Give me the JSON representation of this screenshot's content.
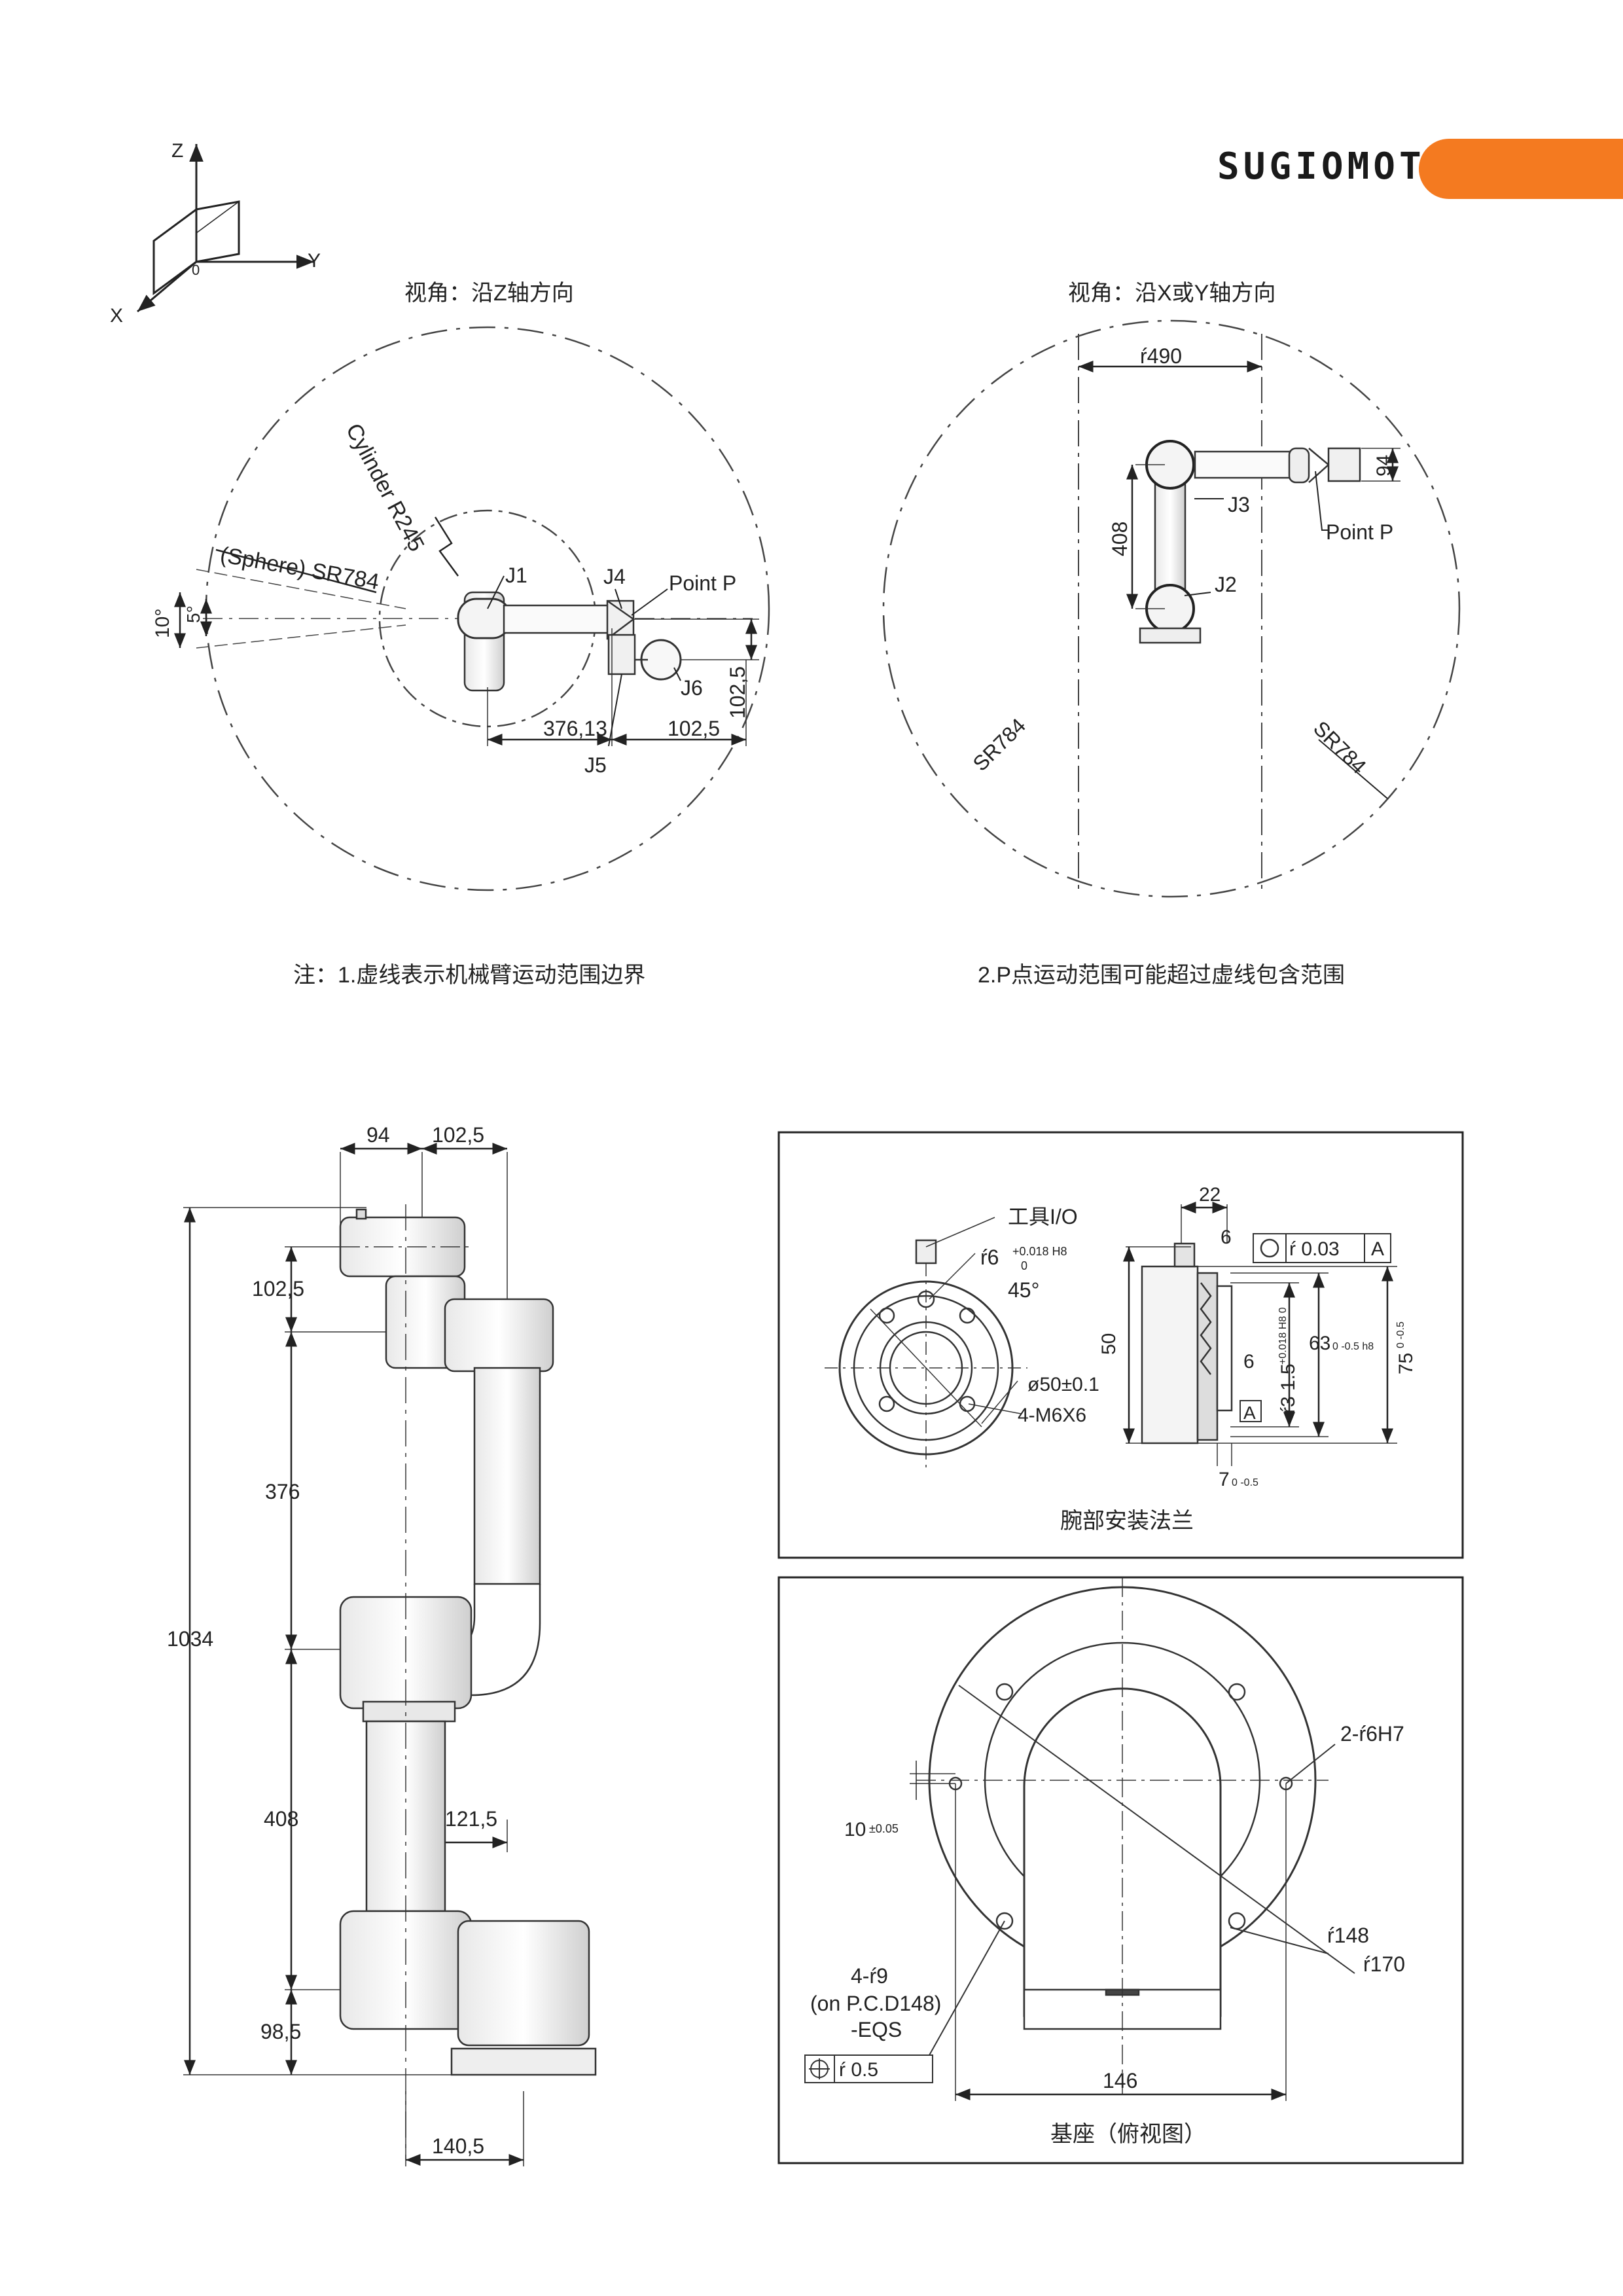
{
  "brand": "SUGIOMOTO",
  "axes_icon": {
    "z": "Z",
    "y": "Y",
    "x": "X",
    "origin": "0"
  },
  "view1": {
    "caption": "视角：沿Z轴方向",
    "cylinder": "Cylinder  R245",
    "sphere": "(Sphere) SR784",
    "angle_10": "10°",
    "angle_5": "5°",
    "j1": "J1",
    "j4": "J4",
    "j5": "J5",
    "j6": "J6",
    "point_p": "Point P",
    "dim_37613": "376,13",
    "dim_1025a": "102,5",
    "dim_1025b": "102,5"
  },
  "view2": {
    "caption": "视角：沿X或Y轴方向",
    "dim_490": "ŕ490",
    "dim_408": "408",
    "dim_94": "94",
    "j2": "J2",
    "j3": "J3",
    "point_p": "Point P",
    "sr_left": "SR784",
    "sr_right": "SR784"
  },
  "notes": {
    "note1": "注：1.虚线表示机械臂运动范围边界",
    "note2": "2.P点运动范围可能超过虚线包含范围"
  },
  "side_view": {
    "dim_94": "94",
    "dim_1025_top": "102,5",
    "dim_1025_left": "102,5",
    "dim_376": "376",
    "dim_1034": "1034",
    "dim_408": "408",
    "dim_1215": "121,5",
    "dim_985": "98,5",
    "dim_1405": "140,5"
  },
  "flange": {
    "title": "腕部安装法兰",
    "tool_io": "工具I/O",
    "r6": "ŕ6",
    "r6_tol": "+0.018 H8",
    "r6_tol2": "0",
    "deg45": "45°",
    "d50": "ø50±0.1",
    "m6": "4-M6X6",
    "dim_22": "22",
    "dim_6a": "6",
    "dim_50": "50",
    "dim_6b": "6",
    "dim_7": "7",
    "dim_7_tol": "0 -0.5",
    "dim_315": "ŕ3 1.5",
    "dim_315_tol": "+0.018 H8 0",
    "dim_63": "63",
    "dim_63_tol": "0 -0.5 h8",
    "dim_75": "75",
    "dim_75_tol": "0 -0.5",
    "tol_value": "ŕ 0.03",
    "datum": "A"
  },
  "base": {
    "title": "基座（俯视图）",
    "holes_2": "2-ŕ6H7",
    "dim_10": "10",
    "dim_10_tol": "±0.05",
    "holes_4": "4-ŕ9",
    "pcd": "(on P.C.D148)",
    "eqs": "-EQS",
    "pos_tol": "ŕ 0.5",
    "dim_148": "ŕ148",
    "dim_170": "ŕ170",
    "dim_146": "146"
  }
}
